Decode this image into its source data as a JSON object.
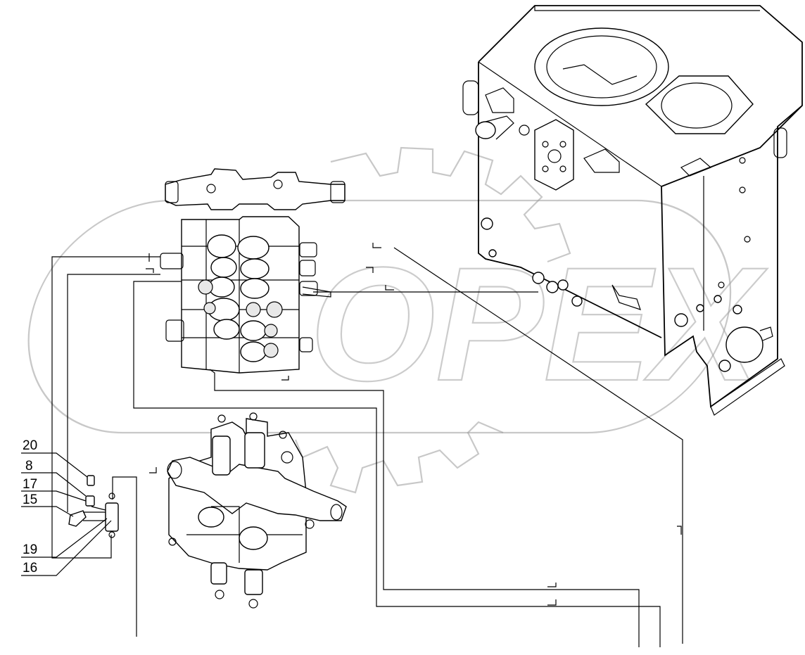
{
  "watermark": {
    "text": "OPEX"
  },
  "corner_mark": "",
  "callouts": [
    {
      "id": "20",
      "label": "20"
    },
    {
      "id": "8",
      "label": "8"
    },
    {
      "id": "17",
      "label": "17"
    },
    {
      "id": "15",
      "label": "15"
    },
    {
      "id": "19",
      "label": "19"
    },
    {
      "id": "16",
      "label": "16"
    }
  ],
  "colors": {
    "line": "#000000",
    "watermark": "#9a9a9a",
    "background": "#ffffff"
  }
}
